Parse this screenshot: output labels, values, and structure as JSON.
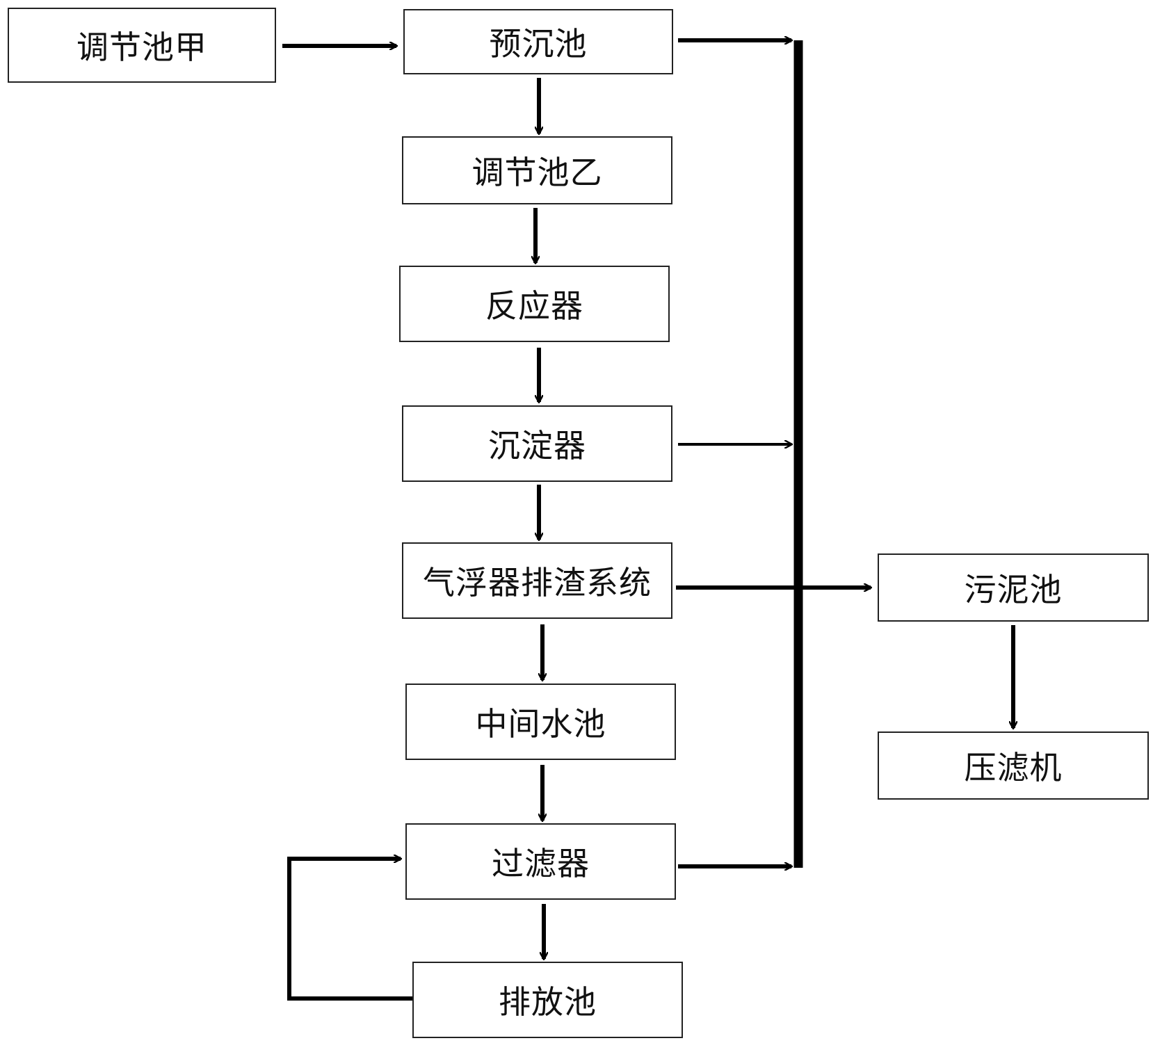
{
  "nodes": {
    "tiao_jie_chi_jia": "调节池甲",
    "yu_chen_chi": "预沉池",
    "tiao_jie_chi_yi": "调节池乙",
    "fan_ying_qi": "反应器",
    "chen_dian_qi": "沉淀器",
    "qi_fu_qi": "气浮器排渣系统",
    "zhong_jian_shui_chi": "中间水池",
    "guo_lv_qi": "过滤器",
    "pai_fang_chi": "排放池",
    "wu_ni_chi": "污泥池",
    "ya_lv_ji": "压滤机"
  },
  "colors": {
    "line": "#000000",
    "border": "#222222",
    "text": "#111111"
  }
}
